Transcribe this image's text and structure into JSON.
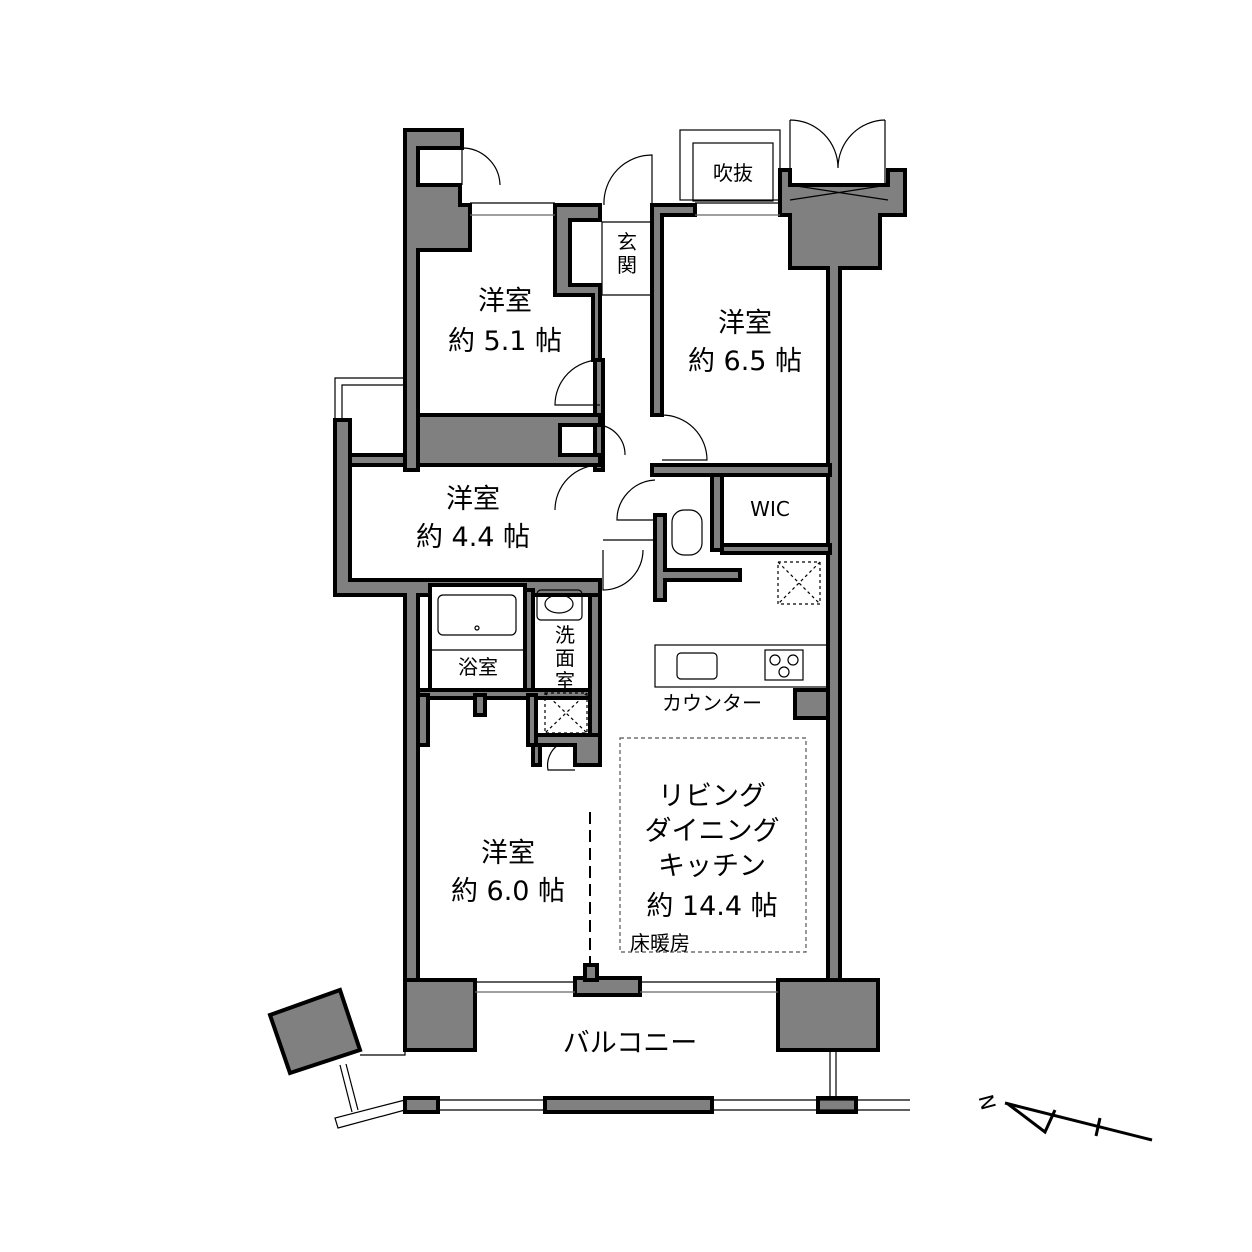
{
  "rooms": {
    "bedroom_nw": {
      "name": "洋室",
      "size": "約 5.1 帖"
    },
    "bedroom_ne": {
      "name": "洋室",
      "size": "約 6.5 帖"
    },
    "bedroom_w": {
      "name": "洋室",
      "size": "約 4.4 帖"
    },
    "bedroom_sw": {
      "name": "洋室",
      "size": "約 6.0 帖"
    },
    "ldk": {
      "line1": "リビング",
      "line2": "ダイニング",
      "line3": "キッチン",
      "size": "約 14.4 帖",
      "note": "床暖房"
    }
  },
  "labels": {
    "void": "吹抜",
    "entrance_1": "玄",
    "entrance_2": "関",
    "wic": "WIC",
    "bath": "浴室",
    "wash_1": "洗",
    "wash_2": "面",
    "wash_3": "室",
    "counter": "カウンター",
    "balcony": "バルコニー",
    "compass_n": "N"
  },
  "colors": {
    "wall": "#808080",
    "outline": "#000000"
  }
}
